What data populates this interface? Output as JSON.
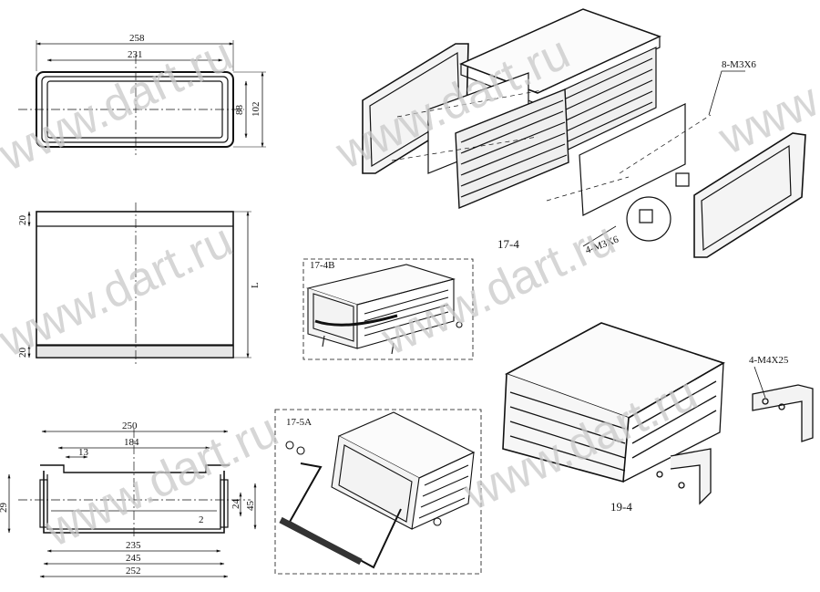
{
  "watermark": "www.dart.ru",
  "front_view": {
    "dims": [
      "258",
      "231",
      "88",
      "102"
    ]
  },
  "side_view": {
    "dims": [
      "20",
      "20",
      "L"
    ]
  },
  "profile_view": {
    "dims": [
      "250",
      "184",
      "13",
      "29",
      "24",
      "45",
      "2",
      "235",
      "245",
      "252"
    ]
  },
  "exploded": {
    "model": "17-4",
    "screw_top": "8-M3X6",
    "screw_bottom": "4-M3X6"
  },
  "inset_b": {
    "model": "17-4B"
  },
  "inset_s": {
    "model": "17-5A"
  },
  "assembled": {
    "model": "19-4",
    "screw": "4-M4X25"
  }
}
